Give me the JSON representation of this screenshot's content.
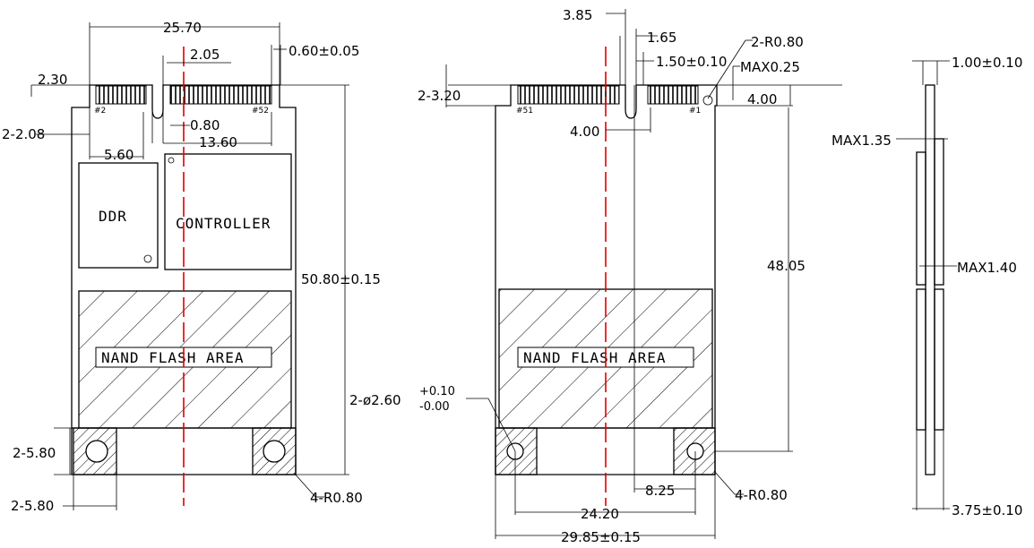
{
  "front_view": {
    "width_dim": "25.70",
    "pitch_dim": "2.05",
    "tol_dim": "0.60±0.05",
    "left_dim": "2.30",
    "height_edge_dim": "2-2.08",
    "key_dim": "0.80",
    "span_560": "5.60",
    "span_1360": "13.60",
    "pin_left": "#2",
    "pin_right": "#52",
    "ddr_label": "DDR",
    "controller_label": "CONTROLLER",
    "nand_label": "NAND FLASH AREA",
    "length_dim": "50.80±0.15",
    "pad_h_dim": "2-5.80",
    "pad_w_dim": "2-5.80",
    "radius_dim": "4-R0.80"
  },
  "back_view": {
    "dim_385": "3.85",
    "dim_165": "1.65",
    "radius_top": "2-R0.80",
    "dim_150": "1.50±0.10",
    "max_025": "MAX0.25",
    "dim_320": "2-3.20",
    "pin_left": "#51",
    "pin_right": "#1",
    "dim_400_right": "4.00",
    "dim_400_mid": "4.00",
    "length_dim": "48.05",
    "nand_label": "NAND FLASH AREA",
    "hole_main": "2-ø2.60",
    "hole_tol_plus": "+0.10",
    "hole_tol_minus": "-0.00",
    "dim_825": "8.25",
    "radius_bottom": "4-R0.80",
    "dim_2420": "24.20",
    "width_dim": "29.85±0.15"
  },
  "side_view": {
    "thick_dim": "1.00±0.10",
    "max_135": "MAX1.35",
    "max_140": "MAX1.40",
    "dim_375": "3.75±0.10"
  }
}
